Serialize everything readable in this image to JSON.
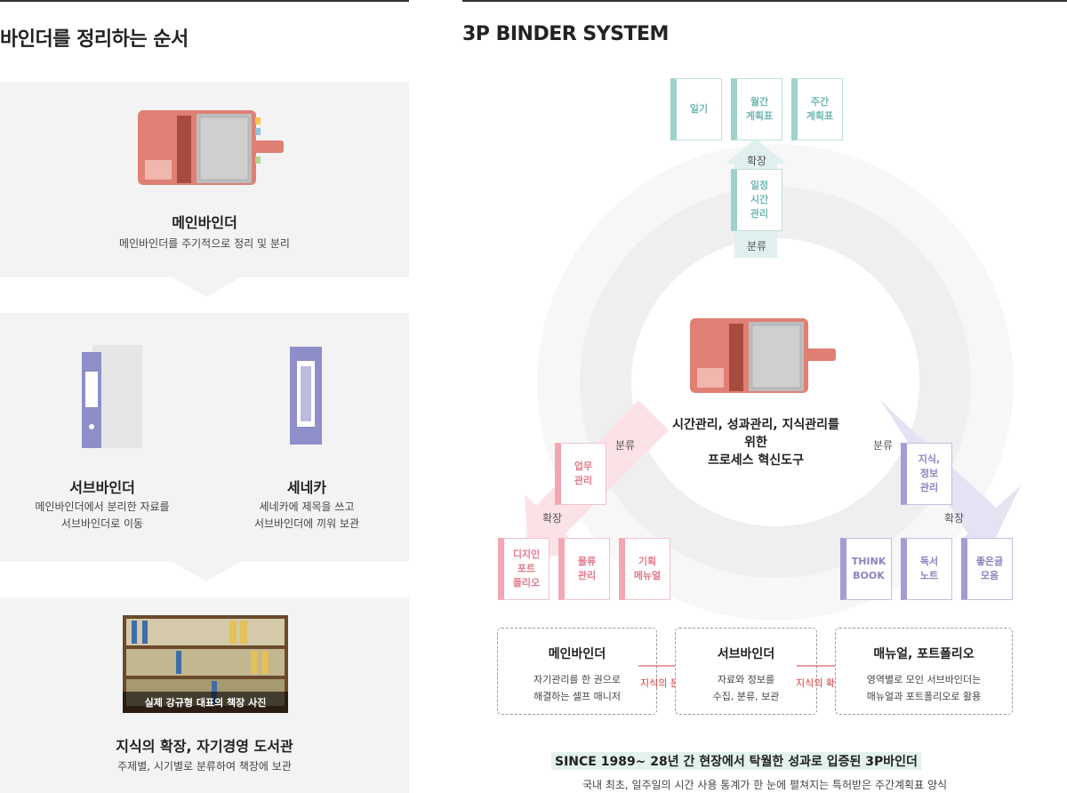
{
  "left": {
    "heading": "바인더를 정리하는 순서",
    "steps": [
      {
        "title": "메인바인더",
        "desc": "메인바인더를 주기적으로 정리 및 분리"
      },
      {
        "title": "서브바인더",
        "desc": "메인바인더에서 분리한 자료를\n서브바인더로 이동"
      },
      {
        "title": "세네카",
        "desc": "세네카에 제목을 쓰고\n서브바인더에 끼워 보관"
      },
      {
        "title": "지식의 확장, 자기경영 도서관",
        "desc": "주제별, 시기별로 분류하여 책장에 보관"
      }
    ],
    "photo_caption": "실제 강규형 대표의 책장 사진"
  },
  "right": {
    "heading": "3P BINDER SYSTEM",
    "center_text": "시간관리, 성과관리, 지식관리를\n위한\n프로세스 혁신도구",
    "top_cards": [
      "일기",
      "월간\n계획표",
      "주간\n계획표"
    ],
    "top_mid_card": "일정\n시간\n관리",
    "left_mid_card": "업무\n관리",
    "right_mid_card": "지식,\n정보\n관리",
    "left_cards": [
      "디지인\n포트\n폴리오",
      "물류\n관리",
      "기획\n메뉴얼"
    ],
    "right_cards": [
      "THINK\nBOOK",
      "독서\n노트",
      "좋은글\n모음"
    ],
    "labels": {
      "classify": "분류",
      "expand": "확장"
    },
    "boxes": [
      {
        "title": "메인바인더",
        "desc": "자기관리를 한 권으로\n해결하는 셀프 매니저"
      },
      {
        "title": "서브바인더",
        "desc": "자료와 정보를\n수집, 분류, 보관"
      },
      {
        "title": "매뉴얼, 포트폴리오",
        "desc": "영역별로 모인 서브바인더는\n매뉴얼과 포트폴리오로 활용"
      }
    ],
    "flow_labels": [
      "지식의 분류",
      "지식의 확장"
    ],
    "since": "SINCE 1989~ 28년 간 현장에서 탁월한 성과로 입증된 3P바인더",
    "since_sub": "국내 최초, 일주일의 시간 사용 통계가 한 눈에 펼쳐지는 특허받은 주간계획표 양식"
  },
  "colors": {
    "teal": "#9fd1cc",
    "pink": "#f2a7b3",
    "purple": "#a89ad2",
    "flow_red": "#d93a3a"
  }
}
